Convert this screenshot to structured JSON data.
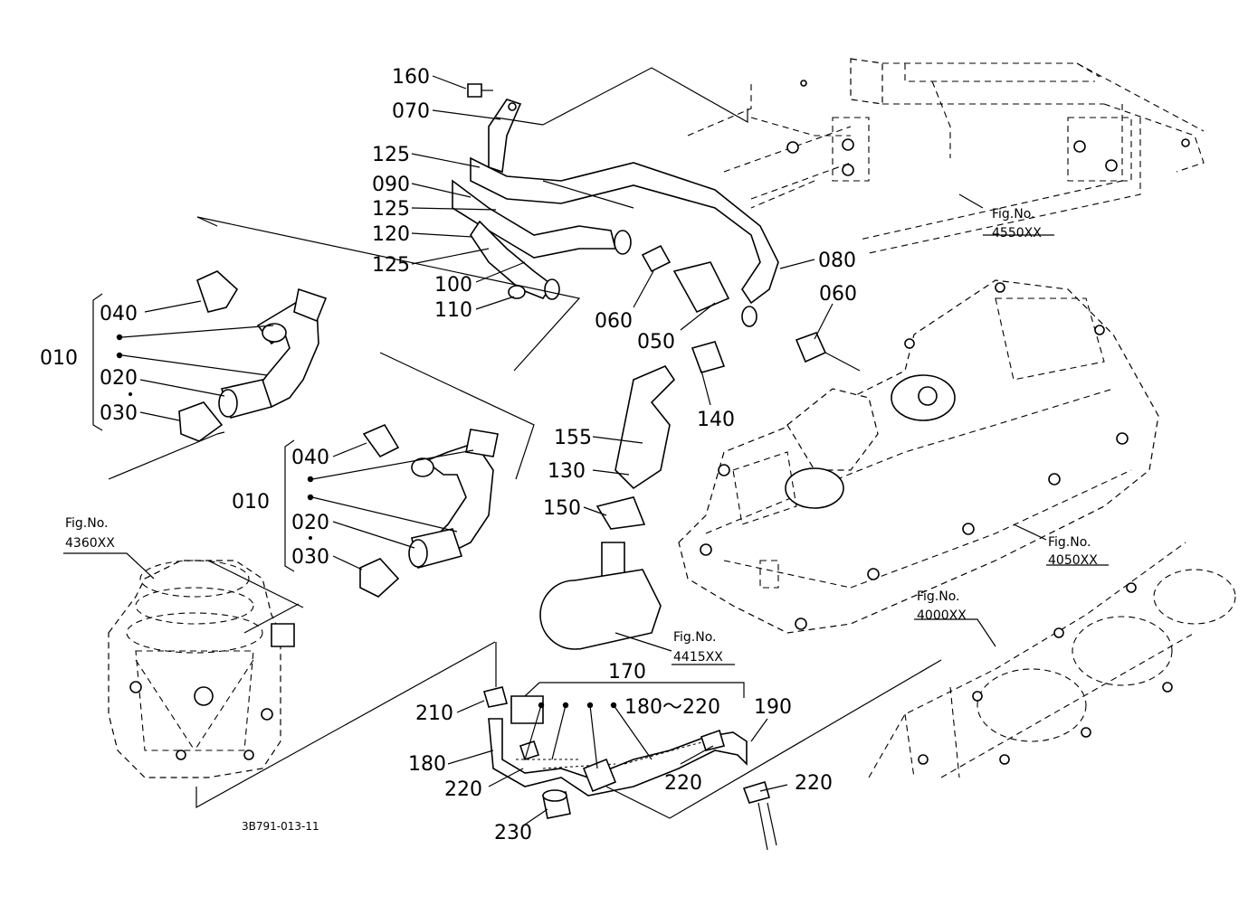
{
  "drawing_code": "3B791-013-11",
  "part_labels": [
    {
      "id": "160",
      "text": "160"
    },
    {
      "id": "070",
      "text": "070"
    },
    {
      "id": "125a",
      "text": "125"
    },
    {
      "id": "090",
      "text": "090"
    },
    {
      "id": "125b",
      "text": "125"
    },
    {
      "id": "120",
      "text": "120"
    },
    {
      "id": "125c",
      "text": "125"
    },
    {
      "id": "100",
      "text": "100"
    },
    {
      "id": "110",
      "text": "110"
    },
    {
      "id": "080",
      "text": "080"
    },
    {
      "id": "060a",
      "text": "060"
    },
    {
      "id": "060b",
      "text": "060"
    },
    {
      "id": "050",
      "text": "050"
    },
    {
      "id": "140",
      "text": "140"
    },
    {
      "id": "155",
      "text": "155"
    },
    {
      "id": "130",
      "text": "130"
    },
    {
      "id": "150",
      "text": "150"
    },
    {
      "id": "040a",
      "text": "040"
    },
    {
      "id": "010a",
      "text": "010"
    },
    {
      "id": "020a",
      "text": "020"
    },
    {
      "id": "030a",
      "text": "030"
    },
    {
      "id": "040b",
      "text": "040"
    },
    {
      "id": "010b",
      "text": "010"
    },
    {
      "id": "020b",
      "text": "020"
    },
    {
      "id": "030b",
      "text": "030"
    },
    {
      "id": "170",
      "text": "170"
    },
    {
      "id": "180-220",
      "text": "180～220"
    },
    {
      "id": "190",
      "text": "190"
    },
    {
      "id": "210",
      "text": "210"
    },
    {
      "id": "180",
      "text": "180"
    },
    {
      "id": "220a",
      "text": "220"
    },
    {
      "id": "220b",
      "text": "220"
    },
    {
      "id": "220c",
      "text": "220"
    },
    {
      "id": "230",
      "text": "230"
    }
  ],
  "figure_refs": [
    {
      "id": "4550",
      "title": "Fig.No.",
      "number": "4550XX"
    },
    {
      "id": "4050",
      "title": "Fig.No.",
      "number": "4050XX"
    },
    {
      "id": "4000",
      "title": "Fig.No.",
      "number": "4000XX"
    },
    {
      "id": "4415",
      "title": "Fig.No.",
      "number": "4415XX"
    },
    {
      "id": "4360",
      "title": "Fig.No.",
      "number": "4360XX"
    }
  ]
}
